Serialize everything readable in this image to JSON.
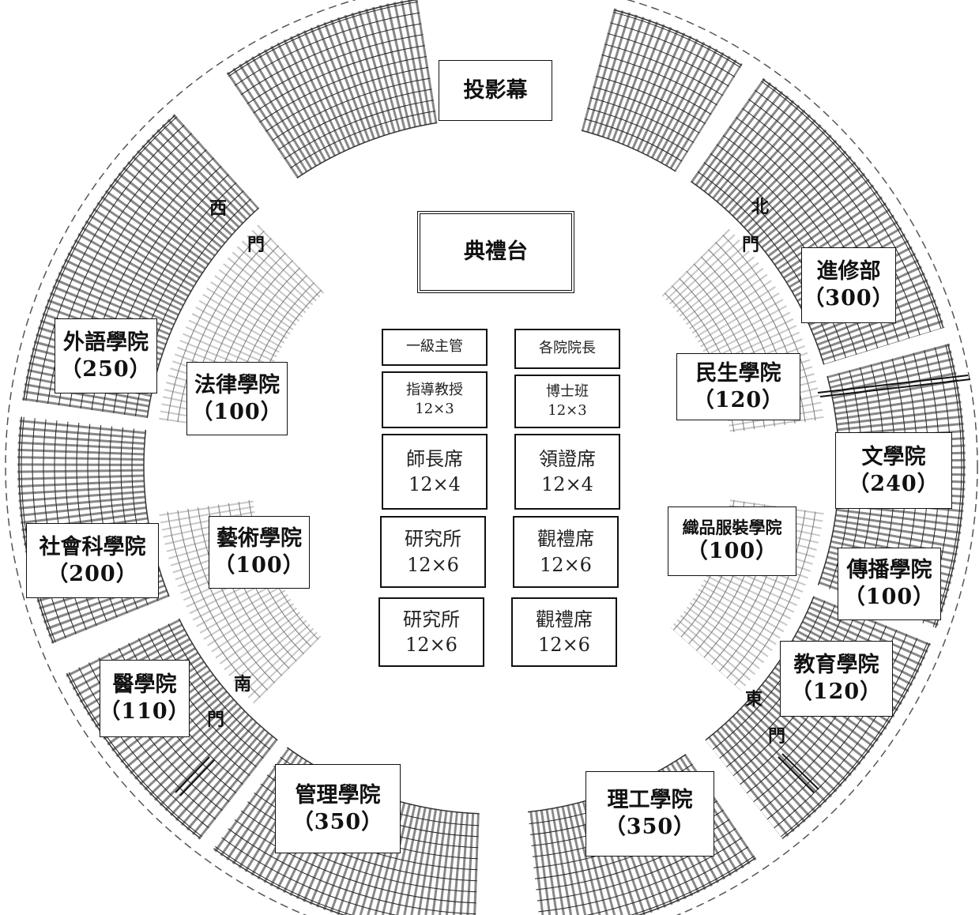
{
  "screen": "投影幕",
  "stage": "典禮台",
  "doors": {
    "west": [
      "西",
      "門"
    ],
    "north": [
      "北",
      "門"
    ],
    "south": [
      "南",
      "門"
    ],
    "east": [
      "東",
      "門"
    ]
  },
  "center_blocks": [
    {
      "line1": "一級主管",
      "line2": ""
    },
    {
      "line1": "各院院長",
      "line2": ""
    },
    {
      "line1": "指導教授",
      "line2": "12×3"
    },
    {
      "line1": "博士班",
      "line2": "12×3"
    },
    {
      "line1": "師長席",
      "line2": "12×4"
    },
    {
      "line1": "領證席",
      "line2": "12×4"
    },
    {
      "line1": "研究所",
      "line2": "12×6"
    },
    {
      "line1": "觀禮席",
      "line2": "12×6"
    },
    {
      "line1": "研究所",
      "line2": "12×6"
    },
    {
      "line1": "觀禮席",
      "line2": "12×6"
    }
  ],
  "colleges": [
    {
      "name": "外語學院",
      "count": "（250）"
    },
    {
      "name": "法律學院",
      "count": "（100）"
    },
    {
      "name": "社會科學院",
      "count": "（200）"
    },
    {
      "name": "藝術學院",
      "count": "（100）"
    },
    {
      "name": "醫學院",
      "count": "（110）"
    },
    {
      "name": "管理學院",
      "count": "（350）"
    },
    {
      "name": "理工學院",
      "count": "（350）"
    },
    {
      "name": "進修部",
      "count": "（300）"
    },
    {
      "name": "民生學院",
      "count": "（120）"
    },
    {
      "name": "文學院",
      "count": "（240）"
    },
    {
      "name": "織品服裝學院",
      "count": "（100）"
    },
    {
      "name": "傳播學院",
      "count": "（100）"
    },
    {
      "name": "教育學院",
      "count": "（120）"
    }
  ],
  "colors": {
    "ink": "#111111",
    "seat_band": "#6a6a6a",
    "inner_seat": "#9a9a9a",
    "background": "#ffffff"
  }
}
